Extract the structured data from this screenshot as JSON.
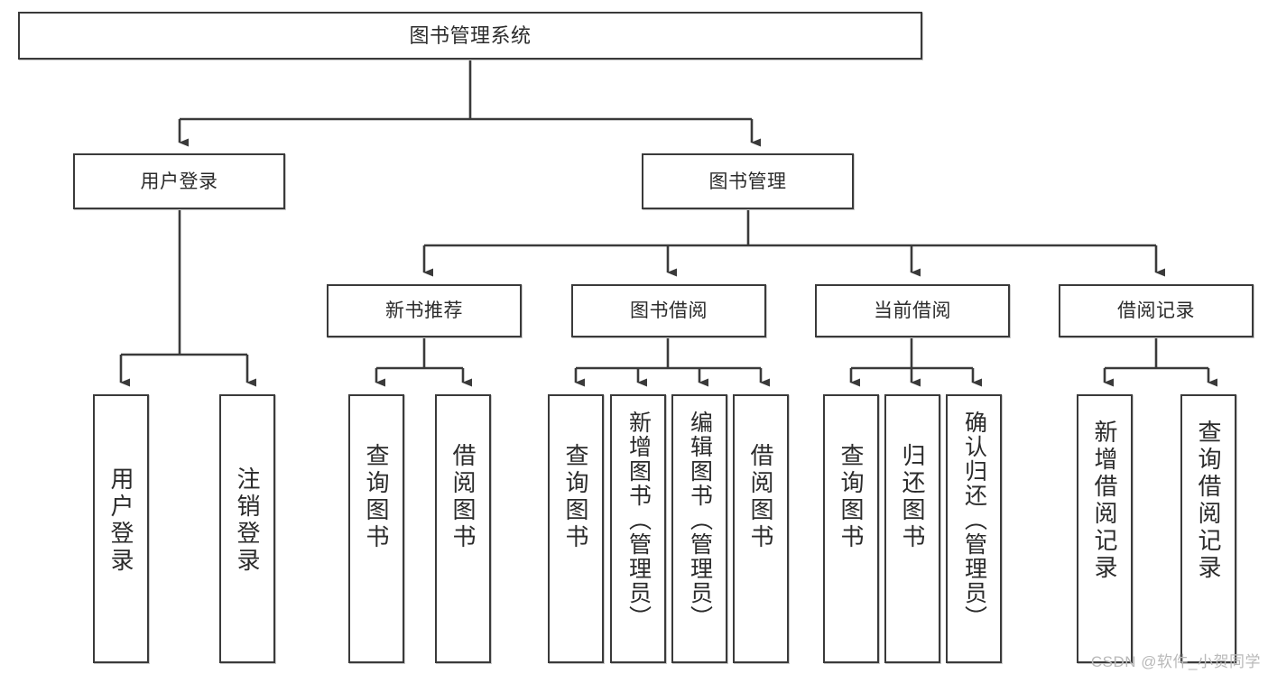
{
  "diagram": {
    "title": "图书管理系统",
    "watermark": "CSDN @软件_小贺同学",
    "line_color": "#3a3a3a",
    "box_border_color": "#3a3a3a",
    "box_fill_color": "#ffffff",
    "text_color": "#2b2b2b",
    "watermark_color": "#b9b9b9"
  },
  "nodes": {
    "root": {
      "label": "图书管理系统"
    },
    "level2": [
      {
        "label": "用户登录"
      },
      {
        "label": "图书管理"
      }
    ],
    "level3": [
      {
        "label": "新书推荐"
      },
      {
        "label": "图书借阅"
      },
      {
        "label": "当前借阅"
      },
      {
        "label": "借阅记录"
      }
    ],
    "leaves": {
      "user_login": [
        {
          "label": "用户登录"
        },
        {
          "label": "注销登录"
        }
      ],
      "new_book_recommend": [
        {
          "label": "查询图书"
        },
        {
          "label": "借阅图书"
        }
      ],
      "book_borrow": [
        {
          "label": "查询图书"
        },
        {
          "label": "新增图书（管理员）"
        },
        {
          "label": "编辑图书（管理员）"
        },
        {
          "label": "借阅图书"
        }
      ],
      "current_borrow": [
        {
          "label": "查询图书"
        },
        {
          "label": "归还图书"
        },
        {
          "label": "确认归还（管理员）"
        }
      ],
      "borrow_records": [
        {
          "label": "新增借阅记录"
        },
        {
          "label": "查询借阅记录"
        }
      ]
    }
  },
  "tree": {
    "type": "hierarchy",
    "root": "图书管理系统",
    "edges": [
      {
        "from": "图书管理系统",
        "to": "用户登录"
      },
      {
        "from": "图书管理系统",
        "to": "图书管理"
      },
      {
        "from": "用户登录",
        "to": "用户登录"
      },
      {
        "from": "用户登录",
        "to": "注销登录"
      },
      {
        "from": "图书管理",
        "to": "新书推荐"
      },
      {
        "from": "图书管理",
        "to": "图书借阅"
      },
      {
        "from": "图书管理",
        "to": "当前借阅"
      },
      {
        "from": "图书管理",
        "to": "借阅记录"
      },
      {
        "from": "新书推荐",
        "to": "查询图书"
      },
      {
        "from": "新书推荐",
        "to": "借阅图书"
      },
      {
        "from": "图书借阅",
        "to": "查询图书"
      },
      {
        "from": "图书借阅",
        "to": "新增图书（管理员）"
      },
      {
        "from": "图书借阅",
        "to": "编辑图书（管理员）"
      },
      {
        "from": "图书借阅",
        "to": "借阅图书"
      },
      {
        "from": "当前借阅",
        "to": "查询图书"
      },
      {
        "from": "当前借阅",
        "to": "归还图书"
      },
      {
        "from": "当前借阅",
        "to": "确认归还（管理员）"
      },
      {
        "from": "借阅记录",
        "to": "新增借阅记录"
      },
      {
        "from": "借阅记录",
        "to": "查询借阅记录"
      }
    ]
  }
}
